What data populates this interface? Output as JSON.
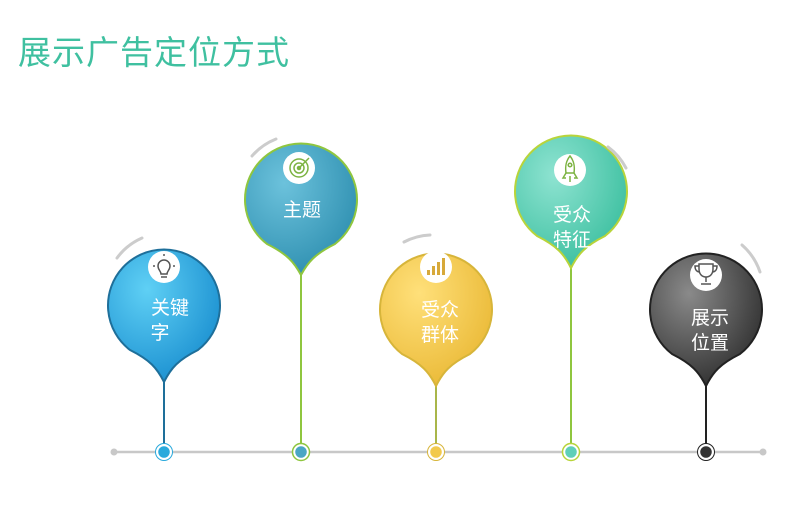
{
  "page": {
    "title": "展示广告定位方式"
  },
  "pins": [
    {
      "label_line1": "关键",
      "label_line2": "字",
      "icon": "lightbulb-icon",
      "color": "#29a9dc"
    },
    {
      "label_line1": "主题",
      "label_line2": "",
      "icon": "target-icon",
      "color": "#4aa6c4"
    },
    {
      "label_line1": "受众",
      "label_line2": "群体",
      "icon": "bar-chart-icon",
      "color": "#f2c94c"
    },
    {
      "label_line1": "受众",
      "label_line2": "特征",
      "icon": "rocket-icon",
      "color": "#5fcfb8"
    },
    {
      "label_line1": "展示",
      "label_line2": "位置",
      "icon": "trophy-icon",
      "color": "#555555"
    }
  ]
}
